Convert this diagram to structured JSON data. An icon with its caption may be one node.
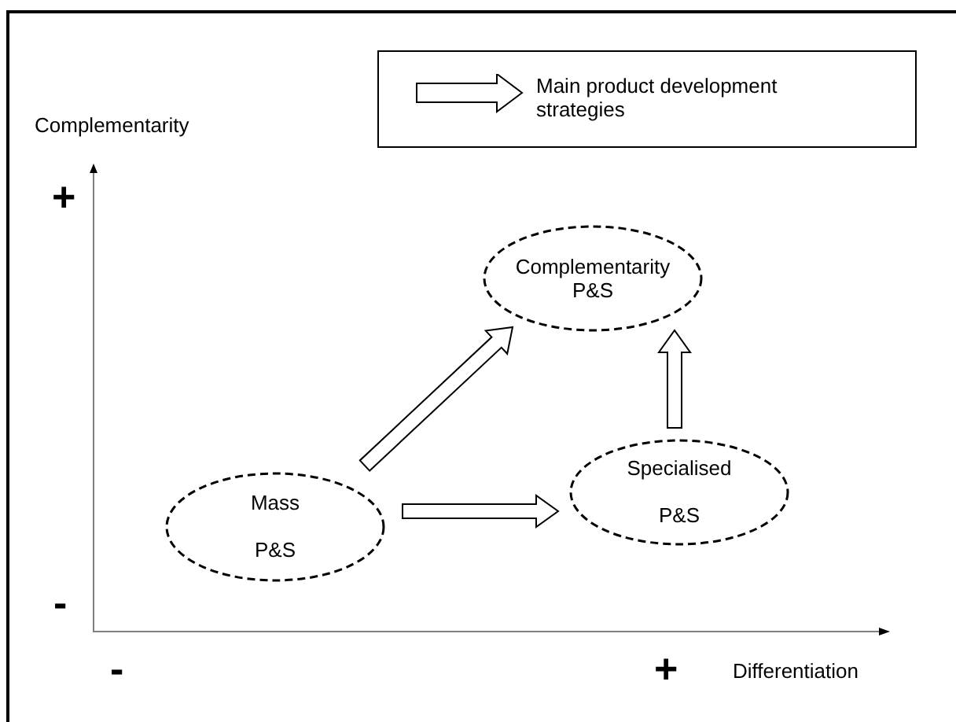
{
  "diagram": {
    "nodes": [
      {
        "text": [
          "Complementarity P&S"
        ]
      },
      {
        "text": [
          "Mass P&S"
        ]
      },
      {
        "text": [
          "Specialised P&S"
        ]
      }
    ],
    "edges": [
      {
        "from": 1,
        "to": 0,
        "arrow": "to"
      },
      {
        "from": 1,
        "to": 2,
        "arrow": "to"
      },
      {
        "from": 2,
        "to": 0,
        "arrow": "to"
      }
    ],
    "labels": [
      "Complementarity",
      "+",
      "-",
      "-",
      "+",
      "Differentiation"
    ],
    "legend": [
      {
        "text": "Main product development strategies"
      }
    ]
  }
}
